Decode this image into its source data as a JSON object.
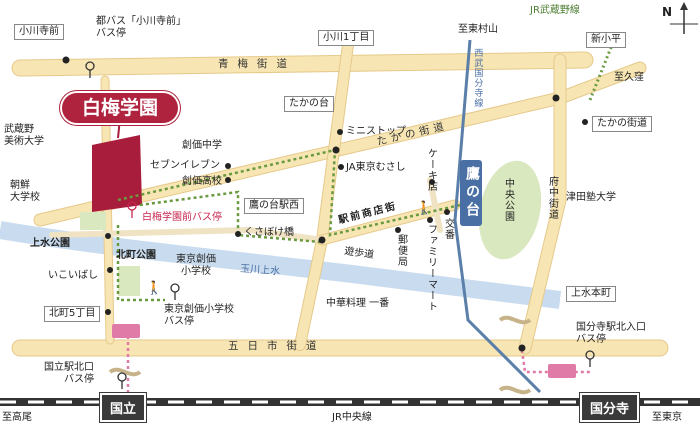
{
  "campus": {
    "name": "白梅学園"
  },
  "stations": {
    "kunitachi": "国立",
    "kokubunji": "国分寺",
    "takanodai": "鷹の台"
  },
  "roads": {
    "ome": "青梅街道",
    "itsukaichi": "五日市街道",
    "takanodai_kaido": "たかの街道",
    "ekimae": "駅前商店街",
    "yuuhodo": "遊歩道",
    "tamagawa": "玉川上水",
    "fuchu": "府中街道"
  },
  "rail": {
    "chuo": "JR中央線",
    "musashino": "JR武蔵野線",
    "seibu": "西武国分寺線",
    "to_takao": "至高尾",
    "to_tokyo": "至東京",
    "to_higashimurayama": "至東村山"
  },
  "places": {
    "ogawaji_mae": "小川寺前",
    "toei_bus_stop": "都バス「小川寺前」\nバス停",
    "ogawa_1": "小川1丁目",
    "shinkodaira": "新小平",
    "to_kubo": "至久窪",
    "takano_kaido_stop": "たかの街道",
    "musabi": "武蔵野\n美術大学",
    "sogaku_chu": "創価中学",
    "seven": "セブンイレブン",
    "sogaku_ko": "創価高校",
    "takanodai_top": "たかの台",
    "ministop": "ミニストップ",
    "ja": "JA東京むさし",
    "cake": "ケーキ店",
    "chosen": "朝鮮\n大学校",
    "bus_stop_pink": "白梅学園前バス停",
    "takanodai_nishi": "鷹の台駅西",
    "kusapoke": "くさぼけ橋",
    "post": "郵便局",
    "family": "ファミリーマート",
    "koban": "交番",
    "central_park": "中央公園",
    "tsuda": "津田塾大学",
    "josui_park": "上水公園",
    "kitamachi_park": "北町公園",
    "ikoibashi": "いこいばし",
    "tokyo_sogaku_sho": "東京創価\n小学校",
    "tokyo_sogaku_sho_stop": "東京創価小学校\nバス停",
    "kitamachi5": "北町5丁目",
    "chuka": "中華料理 一番",
    "josuihoncho": "上水本町",
    "kokubunji_kitaguchi": "国分寺駅北入口\nバス停",
    "kunitachi_kitaguchi": "国立駅北口\nバス停"
  },
  "compass": "N",
  "colors": {
    "road": "#f7e6b4",
    "road_edge": "#e6c98a",
    "campus": "#a81c3c",
    "green_dots": "#6a9a3f",
    "pink_dots": "#e07aa6",
    "river": "#c9dcef",
    "park": "#d9e8bf",
    "seibu_line": "#5a7fa8"
  }
}
